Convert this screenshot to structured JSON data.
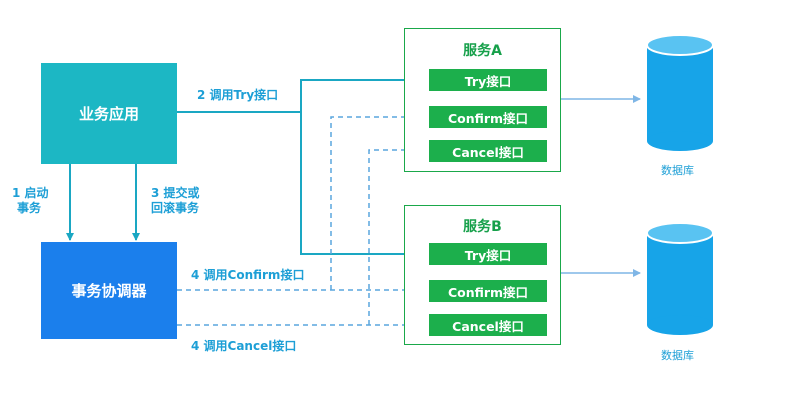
{
  "nodes": {
    "business_app": "业务应用",
    "coordinator": "事务协调器"
  },
  "services": [
    {
      "title": "服务A",
      "interfaces": [
        "Try接口",
        "Confirm接口",
        "Cancel接口"
      ]
    },
    {
      "title": "服务B",
      "interfaces": [
        "Try接口",
        "Confirm接口",
        "Cancel接口"
      ]
    }
  ],
  "databases": [
    "数据库",
    "数据库"
  ],
  "edge_labels": {
    "call_try": "2 调用Try接口",
    "start_tx_1": "1 启动",
    "start_tx_2": "事务",
    "commit_1": "3 提交或",
    "commit_2": "回滚事务",
    "call_confirm": "4 调用Confirm接口",
    "call_cancel": "4 调用Cancel接口"
  },
  "colors": {
    "app": "#1cb7c4",
    "coordinator": "#1b7fec",
    "service_border": "#1aa84a",
    "interface": "#1caf4c",
    "arrow_teal": "#1aa7c3",
    "arrow_dashed": "#5aa6dd",
    "arrow_db": "#7fb6e6",
    "db_fill": "#17a4e8",
    "db_top": "#59c3f2",
    "text_blue": "#1d9fd6"
  }
}
